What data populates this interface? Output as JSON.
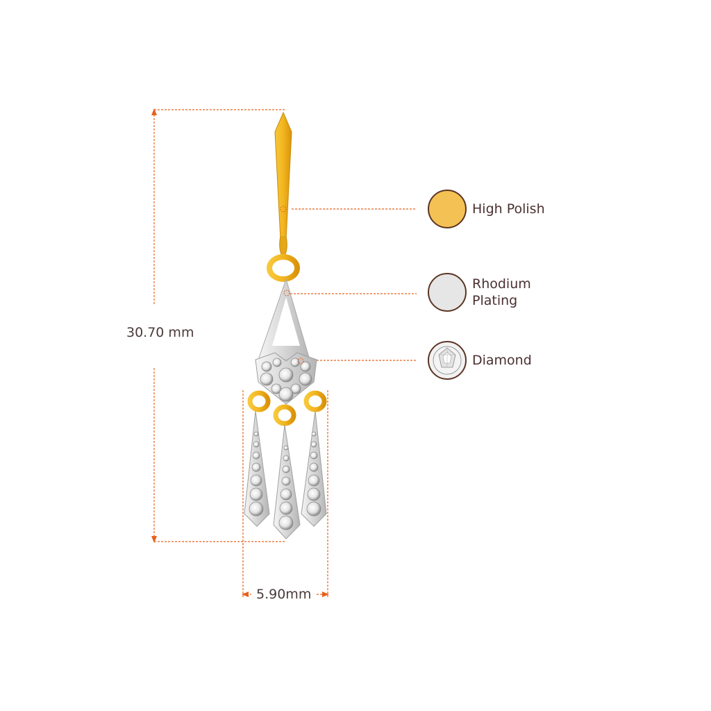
{
  "dimensions": {
    "height_label": "30.70 mm",
    "width_label": "5.90mm",
    "line_color": "#e8601c"
  },
  "legend": [
    {
      "key": "high_polish",
      "label": "High Polish",
      "color": "#f4c154",
      "icon": "gold-swatch-icon"
    },
    {
      "key": "rhodium",
      "label_line1": "Rhodium",
      "label_line2": "Plating",
      "color": "#e6e6e6",
      "icon": "rhodium-swatch-icon"
    },
    {
      "key": "diamond",
      "label": "Diamond",
      "color": "#f2f2f2",
      "icon": "diamond-swatch-icon"
    }
  ],
  "colors": {
    "gold": "#f2b51f",
    "gold_dark": "#d9930b",
    "silver": "#dcdcdc",
    "silver_dark": "#9a9a9a",
    "swatch_border": "#5a3524"
  }
}
